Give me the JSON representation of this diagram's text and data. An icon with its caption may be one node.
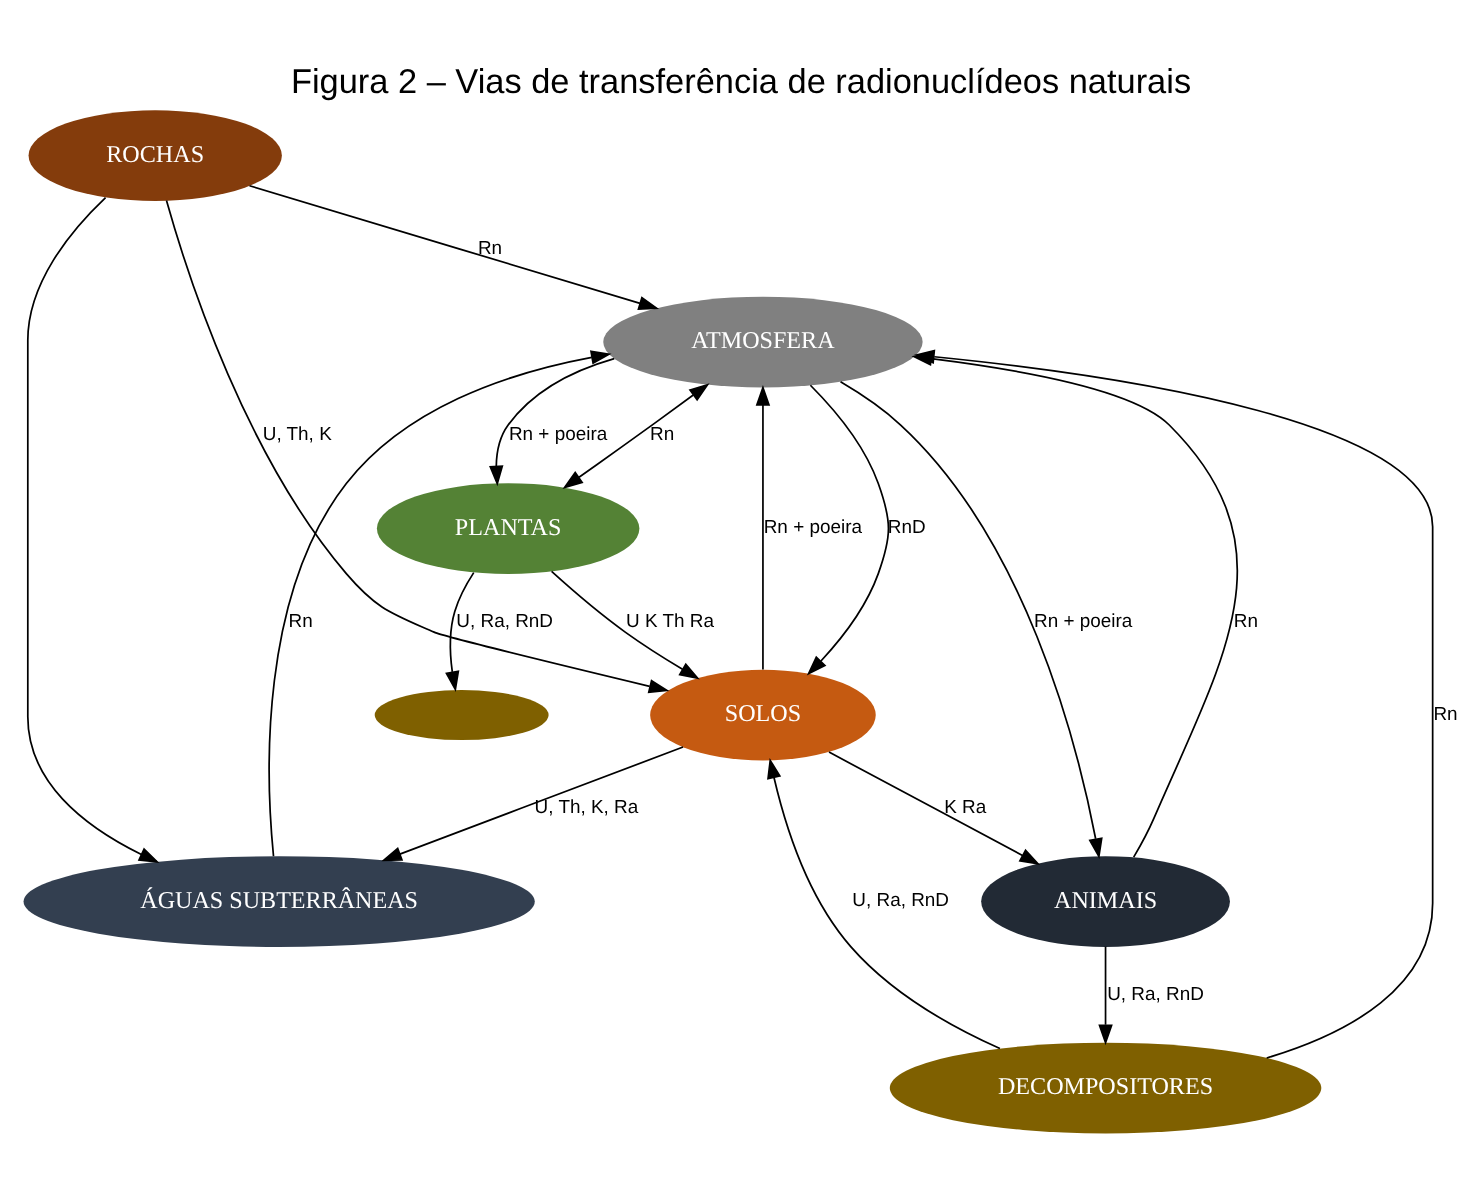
{
  "diagram": {
    "title": "Figura 2 – Vias de transferência de radionuclídeos naturais",
    "nodes": [
      {
        "text": [
          "ATMOSFERA"
        ]
      },
      {
        "text": [
          "ROCHAS"
        ]
      },
      {
        "text": [
          "PLANTAS"
        ]
      },
      {
        "text": [
          "SOLOS"
        ]
      },
      {
        "text": [
          "ANIMAIS"
        ]
      },
      {
        "text": [],
        "shape": "ellipse"
      },
      {
        "text": [
          "DECOMPOSITORES"
        ]
      },
      {
        "text": [
          "ÁGUAS SUBTERRÂNEAS"
        ]
      }
    ],
    "edges": [
      {
        "from": 2,
        "to": 0,
        "arrow": "both",
        "label": "Rn"
      },
      {
        "from": 0,
        "to": 2,
        "arrow": "to",
        "label": "Rn + poeira"
      },
      {
        "from": 1,
        "to": 0,
        "arrow": "to",
        "label": "Rn"
      },
      {
        "from": 0,
        "to": 3,
        "arrow": "to",
        "label": "RnD"
      },
      {
        "from": 3,
        "to": 0,
        "arrow": "to",
        "label": "Rn + poeira"
      },
      {
        "from": 4,
        "to": 0,
        "arrow": "to",
        "label": "Rn"
      },
      {
        "from": 1,
        "to": 3,
        "arrow": "to",
        "label": "U, Th, K"
      },
      {
        "from": 2,
        "to": 3,
        "arrow": "to",
        "label": "U K Th Ra"
      },
      {
        "from": 3,
        "to": 4,
        "arrow": "to",
        "label": "K Ra"
      },
      {
        "from": 2,
        "to": 5,
        "arrow": "to",
        "label": "U, Ra, RnD"
      },
      {
        "from": 6,
        "to": 3,
        "arrow": "to",
        "label": "U, Ra, RnD"
      },
      {
        "from": 4,
        "to": 6,
        "arrow": "to",
        "label": "U, Ra, RnD"
      },
      {
        "from": 0,
        "to": 4,
        "arrow": "to",
        "label": "Rn + poeira"
      },
      {
        "from": 6,
        "to": 0,
        "arrow": "to",
        "label": "Rn"
      },
      {
        "from": 7,
        "to": 0,
        "arrow": "to",
        "label": "Rn"
      },
      {
        "from": 1,
        "to": 7,
        "arrow": "to"
      },
      {
        "from": 3,
        "to": 7,
        "arrow": "to",
        "label": "U, Th, K, Ra"
      }
    ]
  }
}
